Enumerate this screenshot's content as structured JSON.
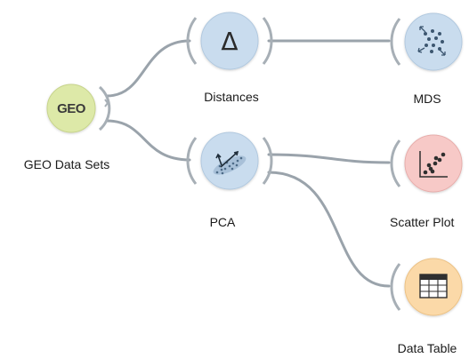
{
  "canvas": {
    "nodes": {
      "geo": {
        "label": "GEO Data Sets",
        "icon_text": "GEO",
        "icon": "geo-datasets-icon",
        "color": "#dde9a8"
      },
      "dist": {
        "label": "Distances",
        "icon_text": "Δ",
        "icon": "distances-icon",
        "color": "#c9dcee"
      },
      "pca": {
        "label": "PCA",
        "icon": "pca-icon",
        "color": "#c9dcee"
      },
      "mds": {
        "label": "MDS",
        "icon": "mds-icon",
        "color": "#c9dcee"
      },
      "scatter": {
        "label": "Scatter Plot",
        "icon": "scatter-plot-icon",
        "color": "#f7c9c7"
      },
      "table": {
        "label": "Data Table",
        "icon": "data-table-icon",
        "color": "#fbd9a8"
      }
    },
    "colors": {
      "link": "#9aa3ab",
      "arc": "#a7afb6"
    }
  }
}
